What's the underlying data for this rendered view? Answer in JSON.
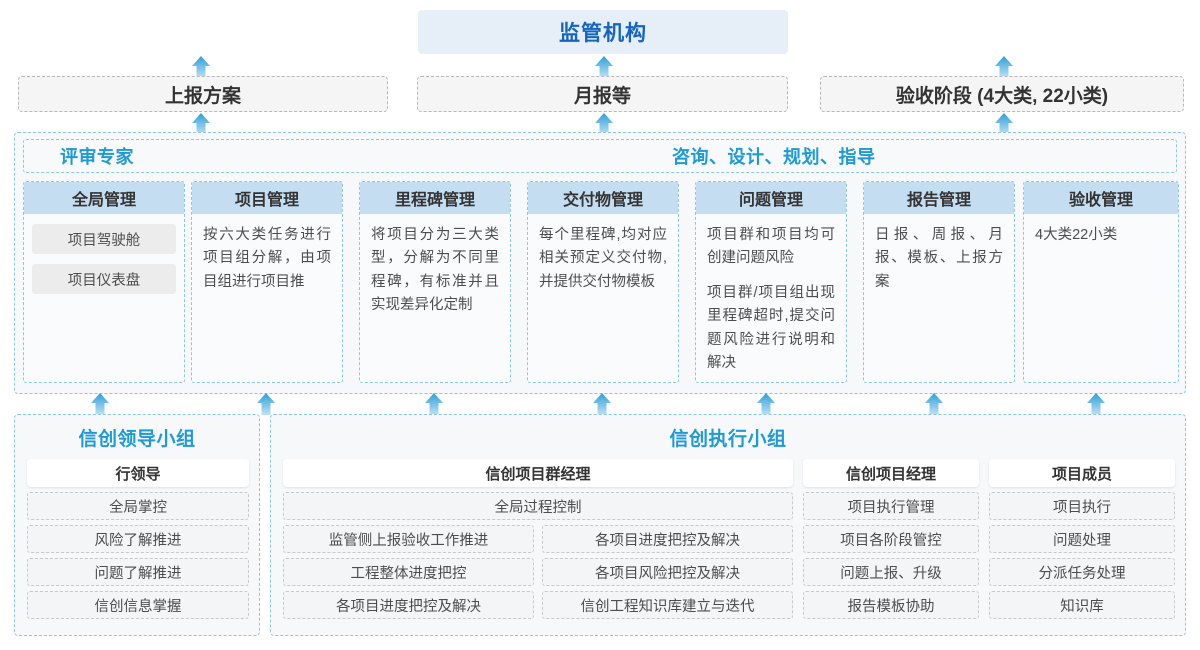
{
  "top": {
    "regulator": "监管机构",
    "report_boxes": [
      "上报方案",
      "月报等",
      "验收阶段 (4大类, 22小类)"
    ]
  },
  "middle": {
    "header_left": "评审专家",
    "header_mid": "咨询、设计、规划、指导",
    "columns": [
      {
        "title": "全局管理",
        "pills": [
          "项目驾驶舱",
          "项目仪表盘"
        ],
        "paragraphs": []
      },
      {
        "title": "项目管理",
        "pills": [],
        "paragraphs": [
          "按六大类任务进行项目组分解，由项目组进行项目推"
        ]
      },
      {
        "title": "里程碑管理",
        "pills": [],
        "paragraphs": [
          "将项目分为三大类型，分解为不同里程碑，有标准并且实现差异化定制"
        ]
      },
      {
        "title": "交付物管理",
        "pills": [],
        "paragraphs": [
          "每个里程碑,均对应相关预定义交付物,并提供交付物模板"
        ]
      },
      {
        "title": "问题管理",
        "pills": [],
        "paragraphs": [
          "项目群和项目均可创建问题风险",
          "项目群/项目组出现里程碑超时,提交问题风险进行说明和解决"
        ]
      },
      {
        "title": "报告管理",
        "pills": [],
        "paragraphs": [
          "日报、周报、月报、模板、上报方案"
        ]
      },
      {
        "title": "验收管理",
        "pills": [],
        "paragraphs": [
          "4大类22小类"
        ]
      }
    ]
  },
  "bottom": {
    "left_group": {
      "title": "信创领导小组",
      "role": "行领导",
      "tasks": [
        "全局掌控",
        "风险了解推进",
        "问题了解推进",
        "信创信息掌握"
      ]
    },
    "right_group": {
      "title": "信创执行小组",
      "roles": [
        {
          "name": "信创项目群经理",
          "full_task": "全局过程控制",
          "task_rows": [
            [
              "监管侧上报验收工作推进",
              "各项目进度把控及解决"
            ],
            [
              "工程整体进度把控",
              "各项目风险把控及解决"
            ],
            [
              "各项目进度把控及解决",
              "信创工程知识库建立与迭代"
            ]
          ]
        },
        {
          "name": "信创项目经理",
          "tasks": [
            "项目执行管理",
            "项目各阶段管控",
            "问题上报、升级",
            "报告模板协助"
          ]
        },
        {
          "name": "项目成员",
          "tasks": [
            "项目执行",
            "问题处理",
            "分派任务处理",
            "知识库"
          ]
        }
      ]
    }
  },
  "colors": {
    "accent_blue": "#1e9ad6",
    "regulator_blue": "#1465c0",
    "col_head_bg": "#c5ddf0",
    "panel_border": "#8cc5e8"
  }
}
